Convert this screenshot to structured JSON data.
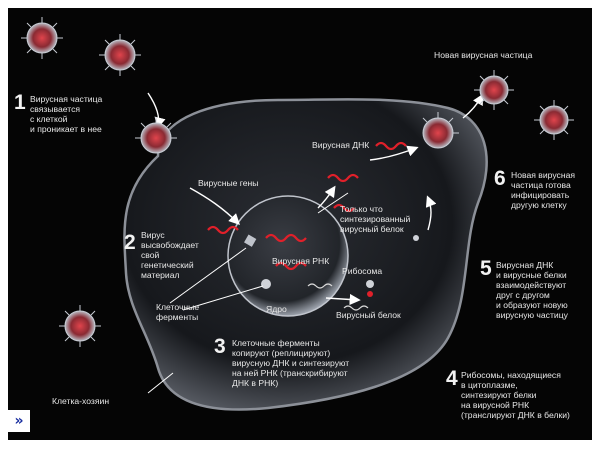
{
  "colors": {
    "background": "#050505",
    "text": "#e8e8e8",
    "virus_core": "#c9303a",
    "dna": "#e0202a",
    "cell": "#6a6f78"
  },
  "steps": [
    {
      "number": "1",
      "text": "Вирусная частица\nсвязывается\nс клеткой\nи проникает в нее"
    },
    {
      "number": "2",
      "text": "Вирус\nвысвобождает\nсвой\nгенетический\nматериал"
    },
    {
      "number": "3",
      "text": "Клеточные ферменты\nкопируют (реплицируют)\nвирусную ДНК и синтезируют\nна ней РНК (транскрибируют\nДНК в РНК)"
    },
    {
      "number": "4",
      "text": "Рибосомы, находящиеся\nв цитоплазме,\nсинтезируют белки\nна вирусной РНК\n(транслируют ДНК в белки)"
    },
    {
      "number": "5",
      "text": "Вирусная ДНК\nи вирусные белки\nвзаимодействуют\nдруг с другом\nи образуют новую\nвирусную частицу"
    },
    {
      "number": "6",
      "text": "Новая вирусная\nчастица готова\nинфицировать\nдругую клетку"
    }
  ],
  "labels": {
    "new_particle": "Новая вирусная частица",
    "viral_dna": "Вирусная ДНК",
    "viral_genes": "Вирусные гены",
    "new_protein": "Только что\nсинтезированный\nвирусный белок",
    "viral_rna": "Вирусная РНК",
    "ribosome": "Рибосома",
    "enzymes": "Клеточные\nферменты",
    "nucleus": "Ядро",
    "viral_protein": "Вирусный белок",
    "host_cell": "Клетка-хозяин"
  },
  "icons": {
    "logo": "arrow-logo-icon",
    "virus": "virus-particle-icon"
  }
}
